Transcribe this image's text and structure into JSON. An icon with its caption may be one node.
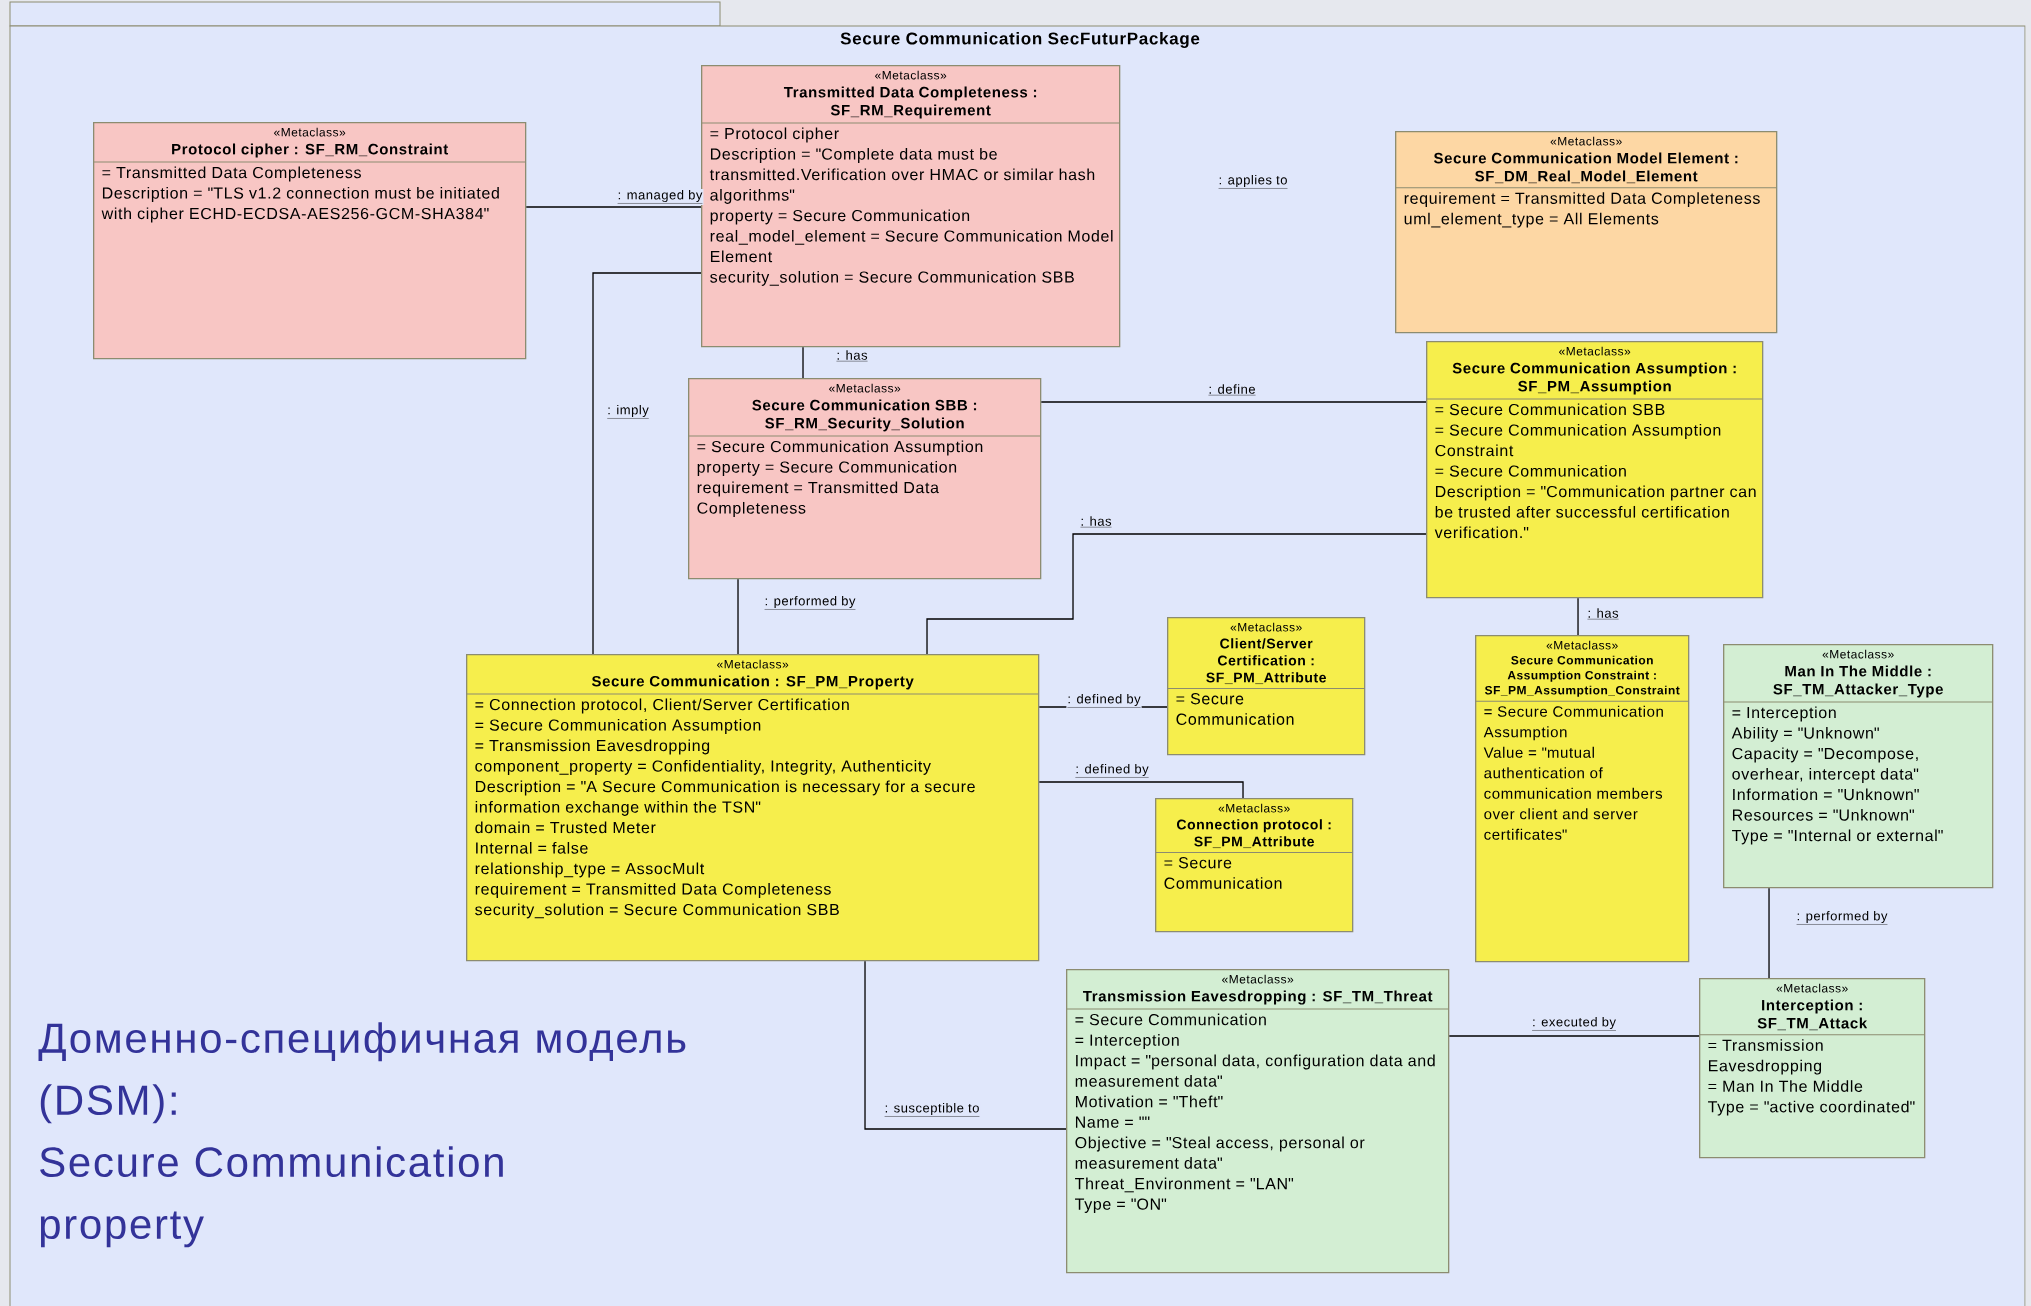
{
  "diagram": {
    "title": "Secure Communication SecFuturPackage",
    "nodes": [
      {
        "text": [
          "«Metaclass»",
          "Protocol cipher : SF_RM_Constraint",
          "= Transmitted Data Completeness",
          "Description = \"TLS v1.2 connection must be initiated with cipher ECHD-ECDSA-AES256-GCM-SHA384\""
        ]
      },
      {
        "text": [
          "«Metaclass»",
          "Transmitted Data Completeness : SF_RM_Requirement",
          "= Protocol cipher",
          "Description = \"Complete data must be transmitted.Verification over HMAC or similar hash algorithms\"",
          "property = Secure Communication",
          "real_model_element = Secure Communication Model Element",
          "security_solution = Secure Communication SBB"
        ]
      },
      {
        "text": [
          "«Metaclass»",
          "Secure Communication Model Element : SF_DM_Real_Model_Element",
          "requirement = Transmitted Data Completeness",
          "uml_element_type = All Elements"
        ]
      },
      {
        "text": [
          "«Metaclass»",
          "Secure Communication SBB : SF_RM_Security_Solution",
          "= Secure Communication Assumption",
          "property = Secure Communication",
          "requirement = Transmitted Data Completeness"
        ]
      },
      {
        "text": [
          "«Metaclass»",
          "Secure Communication Assumption : SF_PM_Assumption",
          "= Secure Communication SBB",
          "= Secure Communication Assumption Constraint",
          "= Secure Communication",
          "Description = \"Communication partner can be trusted after successful certification verification.\""
        ]
      },
      {
        "text": [
          "«Metaclass»",
          "Secure Communication : SF_PM_Property",
          "= Connection protocol, Client/Server Certification",
          "= Secure Communication Assumption",
          "= Transmission Eavesdropping",
          "component_property = Confidentiality, Integrity, Authenticity",
          "Description = \"A Secure Communication is necessary for a secure information exchange within the TSN\"",
          "domain = Trusted Meter",
          "Internal = false",
          "relationship_type = AssocMult",
          "requirement = Transmitted Data Completeness",
          "security_solution = Secure Communication SBB"
        ]
      },
      {
        "text": [
          "«Metaclass»",
          "Client/Server Certification : SF_PM_Attribute",
          "= Secure Communication"
        ]
      },
      {
        "text": [
          "«Metaclass»",
          "Connection protocol : SF_PM_Attribute",
          "= Secure Communication"
        ]
      },
      {
        "text": [
          "«Metaclass»",
          "Secure Communication Assumption Constraint : SF_PM_Assumption_Constraint",
          "= Secure Communication Assumption",
          "Value = \"mutual authentication of communication members over client and server certificates\""
        ]
      },
      {
        "text": [
          "«Metaclass»",
          "Man In The Middle : SF_TM_Attacker_Type",
          "= Interception",
          "Ability = \"Unknown\"",
          "Capacity = \"Decompose, overhear, intercept data\"",
          "Information = \"Unknown\"",
          "Resources = \"Unknown\"",
          "Type = \"Internal or external\""
        ]
      },
      {
        "text": [
          "«Metaclass»",
          "Transmission Eavesdropping : SF_TM_Threat",
          "= Secure Communication",
          "= Interception",
          "Impact = \"personal data, configuration data and measurement data\"",
          "Motivation = \"Theft\"",
          "Name = \"\"",
          "Objective = \"Steal access, personal or measurement data\"",
          "Threat_Environment = \"LAN\"",
          "Type = \"ON\""
        ]
      },
      {
        "text": [
          "«Metaclass»",
          "Interception : SF_TM_Attack",
          "= Transmission Eavesdropping",
          "= Man In The Middle",
          "Type = \"active coordinated\""
        ]
      }
    ],
    "edges": [
      {
        "from": 0,
        "to": 1,
        "arrow": "none",
        "label": ": managed by"
      },
      {
        "from": 1,
        "to": 5,
        "arrow": "none",
        "label": ": imply"
      },
      {
        "from": 1,
        "to": 3,
        "arrow": "none",
        "label": ": has"
      },
      {
        "from": 3,
        "to": 4,
        "arrow": "none",
        "label": ": define"
      },
      {
        "from": 4,
        "to": 5,
        "arrow": "none",
        "label": ": has"
      },
      {
        "from": 3,
        "to": 5,
        "arrow": "none",
        "label": ": performed by"
      },
      {
        "from": 5,
        "to": 6,
        "arrow": "none",
        "label": ": defined by"
      },
      {
        "from": 5,
        "to": 7,
        "arrow": "none",
        "label": ": defined by"
      },
      {
        "from": 4,
        "to": 8,
        "arrow": "none",
        "label": ": has"
      },
      {
        "from": 9,
        "to": 11,
        "arrow": "none",
        "label": ": performed by"
      },
      {
        "from": 10,
        "to": 11,
        "arrow": "none",
        "label": ": executed by"
      },
      {
        "from": 5,
        "to": 10,
        "arrow": "none",
        "label": ": susceptible to"
      }
    ],
    "labels": [
      ": applies to",
      "Доменно-специфичная модель (DSM):",
      "Secure Communication property"
    ]
  }
}
